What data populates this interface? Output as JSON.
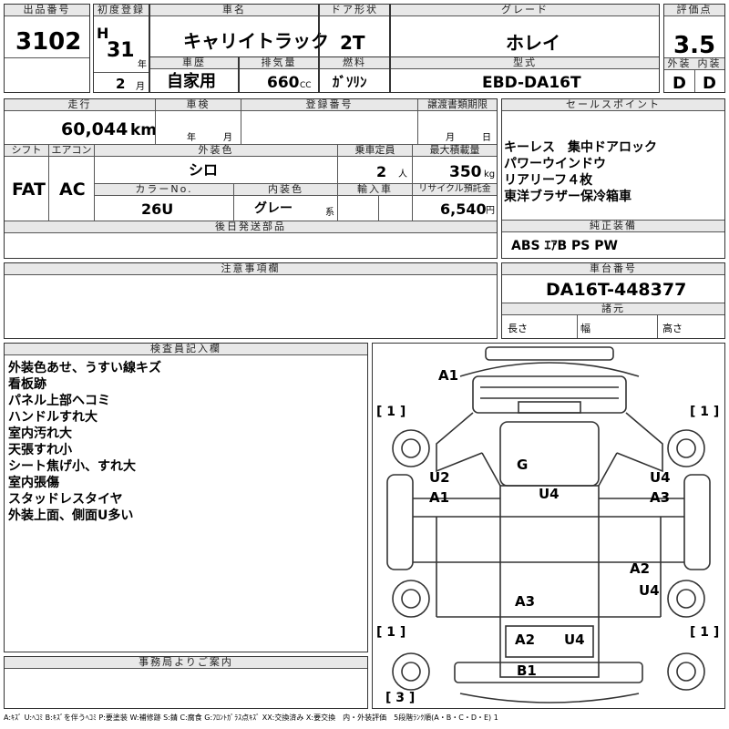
{
  "header": {
    "lot_label": "出品番号",
    "lot_no": "3102",
    "first_reg_label": "初度登録",
    "era": "H",
    "year": "31",
    "year_unit": "年",
    "month": "2",
    "month_unit": "月",
    "car_name_label": "車名",
    "car_name": "キャリイトラック",
    "door_label": "ドア形状",
    "door": "2T",
    "grade_label": "グレード",
    "grade": "ホレイ",
    "score_label": "評価点",
    "score": "3.5",
    "ext_label": "外装",
    "ext": "D",
    "int_label": "内装",
    "int": "D",
    "history_label": "車歴",
    "history": "自家用",
    "disp_label": "排気量",
    "disp": "660",
    "disp_unit": "CC",
    "fuel_label": "燃料",
    "fuel": "ｶﾞｿﾘﾝ",
    "model_label": "型式",
    "model": "EBD-DA16T"
  },
  "row2": {
    "mileage_label": "走行",
    "mileage": "60,044",
    "mileage_unit": "km",
    "inspection_label": "車検",
    "insp_y": "年",
    "insp_m": "月",
    "regno_label": "登録番号",
    "transfer_label": "譲渡書類期限",
    "tr_m": "月",
    "tr_d": "日",
    "shift_label": "シフト",
    "shift": "FAT",
    "ac_label": "エアコン",
    "ac": "AC",
    "color_label": "外装色",
    "color": "シロ",
    "capacity_label": "乗車定員",
    "capacity": "2",
    "capacity_unit": "人",
    "load_label": "最大積載量",
    "load": "350",
    "load_unit": "kg",
    "colorno_label": "カラーNo.",
    "colorno": "26U",
    "interior_label": "内装色",
    "interior": "グレー",
    "interior_unit": "系",
    "import_label": "輸入車",
    "recycle_label": "リサイクル預託金",
    "recycle": "6,540",
    "recycle_unit": "円",
    "later_label": "後日発送部品"
  },
  "sales": {
    "label": "セールスポイント",
    "items": [
      "キーレス　集中ドアロック",
      "パワーウインドウ",
      "リアリーフ４枚",
      "東洋ブラザー保冷箱車"
    ]
  },
  "equip": {
    "label": "純正装備",
    "value": "ABS ｴｱB PS PW"
  },
  "notes_label": "注意事項欄",
  "chassis": {
    "label": "車台番号",
    "value": "DA16T-448377"
  },
  "specs": {
    "label": "諸元",
    "length": "長さ",
    "width": "幅",
    "height": "高さ"
  },
  "inspector": {
    "label": "検査員記入欄",
    "items": [
      "外装色あせ、うすい線キズ",
      "看板跡",
      "パネル上部ヘコミ",
      "ハンドルすれ大",
      "室内汚れ大",
      "天張すれ小",
      "シート焦げ小、すれ大",
      "室内張傷",
      "スタッドレスタイヤ",
      "外装上面、側面U多い"
    ]
  },
  "office_label": "事務局よりご案内",
  "diagram": {
    "marks": [
      "A1",
      "U2",
      "A1",
      "G",
      "U4",
      "U4",
      "A3",
      "A2",
      "U4",
      "A3",
      "A2",
      "U4",
      "B1"
    ],
    "corners": [
      "[ 1 ]",
      "[ 1 ]",
      "[ 1 ]",
      "[ 1 ]",
      "[ 3 ]"
    ]
  },
  "legend": "A:ｷｽﾞ U:ﾍｺﾐ B:ｷｽﾞを伴うﾍｺﾐ P:要塗装 W:補修跡 S:錆 C:腐食 G:ﾌﾛﾝﾄｶﾞﾗｽ点ｷｽﾞ XX:交換済み X:要交換　内・外装評価　5段階ﾗﾝｸ順(A・B・C・D・E) 1"
}
